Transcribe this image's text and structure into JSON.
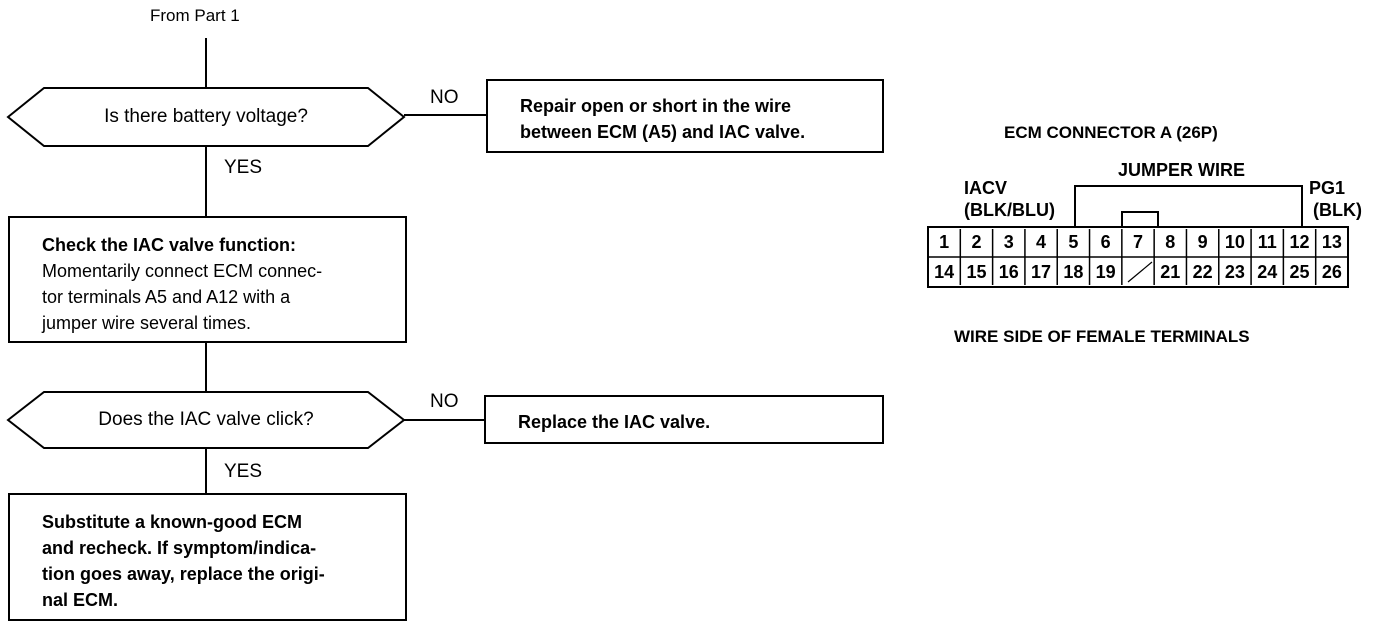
{
  "flowchart": {
    "start_label": "From Part 1",
    "decision1": "Is there battery voltage?",
    "decision1_no": "NO",
    "decision1_yes": "YES",
    "action_repair": [
      "Repair open or short in the wire",
      "between ECM (A5) and IAC valve."
    ],
    "check_box": {
      "title": "Check the IAC valve function:",
      "lines": [
        "Momentarily connect ECM connec-",
        "tor terminals A5 and A12 with a",
        "jumper wire several times."
      ]
    },
    "decision2": "Does the IAC valve click?",
    "decision2_no": "NO",
    "decision2_yes": "YES",
    "action_replace": "Replace the IAC valve.",
    "substitute_box": [
      "Substitute a known-good ECM",
      "and recheck. If symptom/indica-",
      "tion goes away, replace the origi-",
      "nal ECM."
    ]
  },
  "connector": {
    "title": "ECM CONNECTOR A (26P)",
    "jumper_label": "JUMPER WIRE",
    "iacv_label": "IACV",
    "iacv_color": "(BLK/BLU)",
    "pg1_label": "PG1",
    "pg1_color": "(BLK)",
    "row1": [
      "1",
      "2",
      "3",
      "4",
      "5",
      "6",
      "7",
      "8",
      "9",
      "10",
      "11",
      "12",
      "13"
    ],
    "row2": [
      "14",
      "15",
      "16",
      "17",
      "18",
      "19",
      "",
      "21",
      "22",
      "23",
      "24",
      "25",
      "26"
    ],
    "caption": "WIRE SIDE OF FEMALE TERMINALS"
  }
}
